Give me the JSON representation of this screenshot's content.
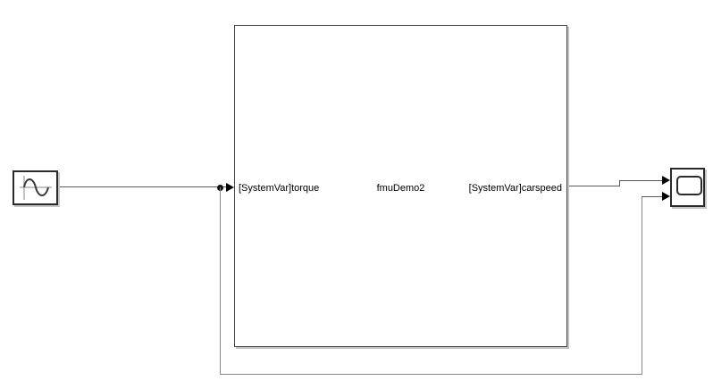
{
  "diagram": {
    "subsystem": {
      "input_port_label": "[SystemVar]torque",
      "name": "fmuDemo2",
      "output_port_label": "[SystemVar]carspeed"
    },
    "blocks": {
      "sine_wave_icon": "sine-wave-icon",
      "scope_icon": "scope-screen-icon"
    },
    "colors": {
      "background": "#ffffff",
      "block_border": "#2b2b2b",
      "signal_line": "#5a5a5a",
      "branch_line": "#8a8a8a",
      "arrowhead": "#000000",
      "label_text": "#000000",
      "shadow": "#c6c6c6",
      "icon_axis": "#b0b0b0",
      "icon_curve": "#3a3a3a"
    }
  }
}
